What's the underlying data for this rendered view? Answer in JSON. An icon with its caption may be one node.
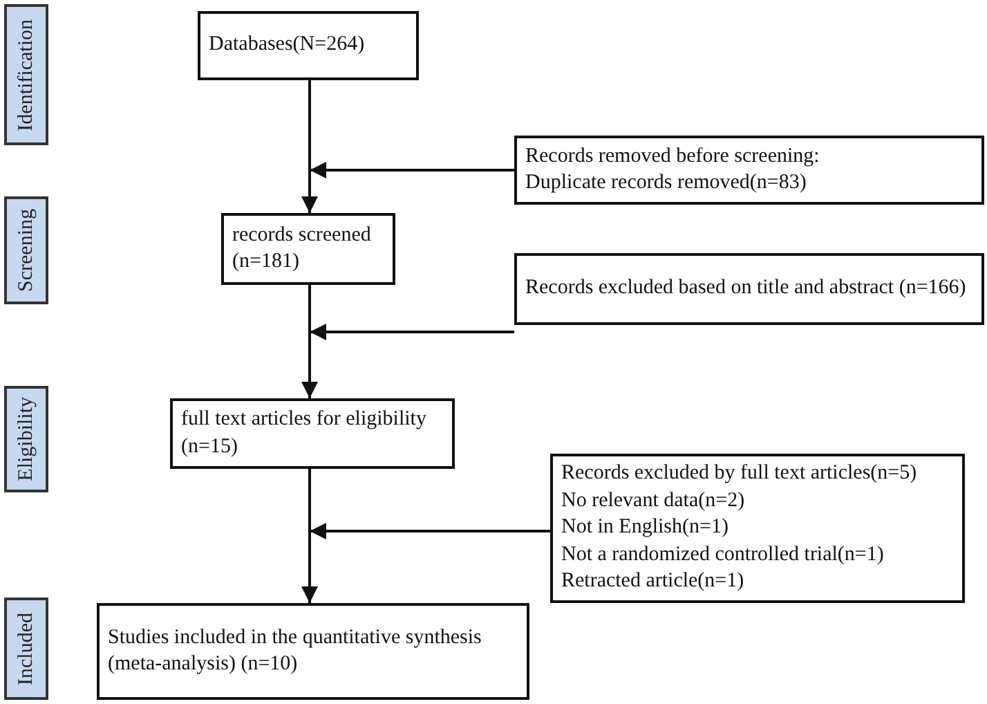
{
  "diagram": {
    "nodes": [
      {
        "text": [
          "Identification"
        ]
      },
      {
        "text": [
          "Databases(N=264)"
        ]
      },
      {
        "text": [
          "Records removed before screening:",
          "Duplicate records removed(n=83)"
        ]
      },
      {
        "text": [
          "Screening"
        ]
      },
      {
        "text": [
          "records screened (n=181)"
        ]
      },
      {
        "text": [
          "Records excluded based on title and abstract (n=166)"
        ]
      },
      {
        "text": [
          "Eligibility"
        ]
      },
      {
        "text": [
          "full text articles for eligibility (n=15)"
        ]
      },
      {
        "text": [
          "Records excluded by full text articles(n=5)",
          "No relevant data(n=2)",
          "Not in English(n=1)",
          "Not a randomized controlled trial(n=1)",
          "Retracted article(n=1)"
        ]
      },
      {
        "text": [
          "Included"
        ]
      },
      {
        "text": [
          "Studies included in the quantitative synthesis (meta-analysis) (n=10)"
        ]
      }
    ],
    "edges": [
      {
        "from": 1,
        "to": 4,
        "arrow": "to"
      },
      {
        "from": 2,
        "to": null,
        "arrow": "to"
      },
      {
        "from": 4,
        "to": 7,
        "arrow": "to"
      },
      {
        "from": 5,
        "to": null,
        "arrow": "to"
      },
      {
        "from": 7,
        "to": 10,
        "arrow": "to"
      },
      {
        "from": 8,
        "to": null,
        "arrow": "to"
      }
    ]
  }
}
